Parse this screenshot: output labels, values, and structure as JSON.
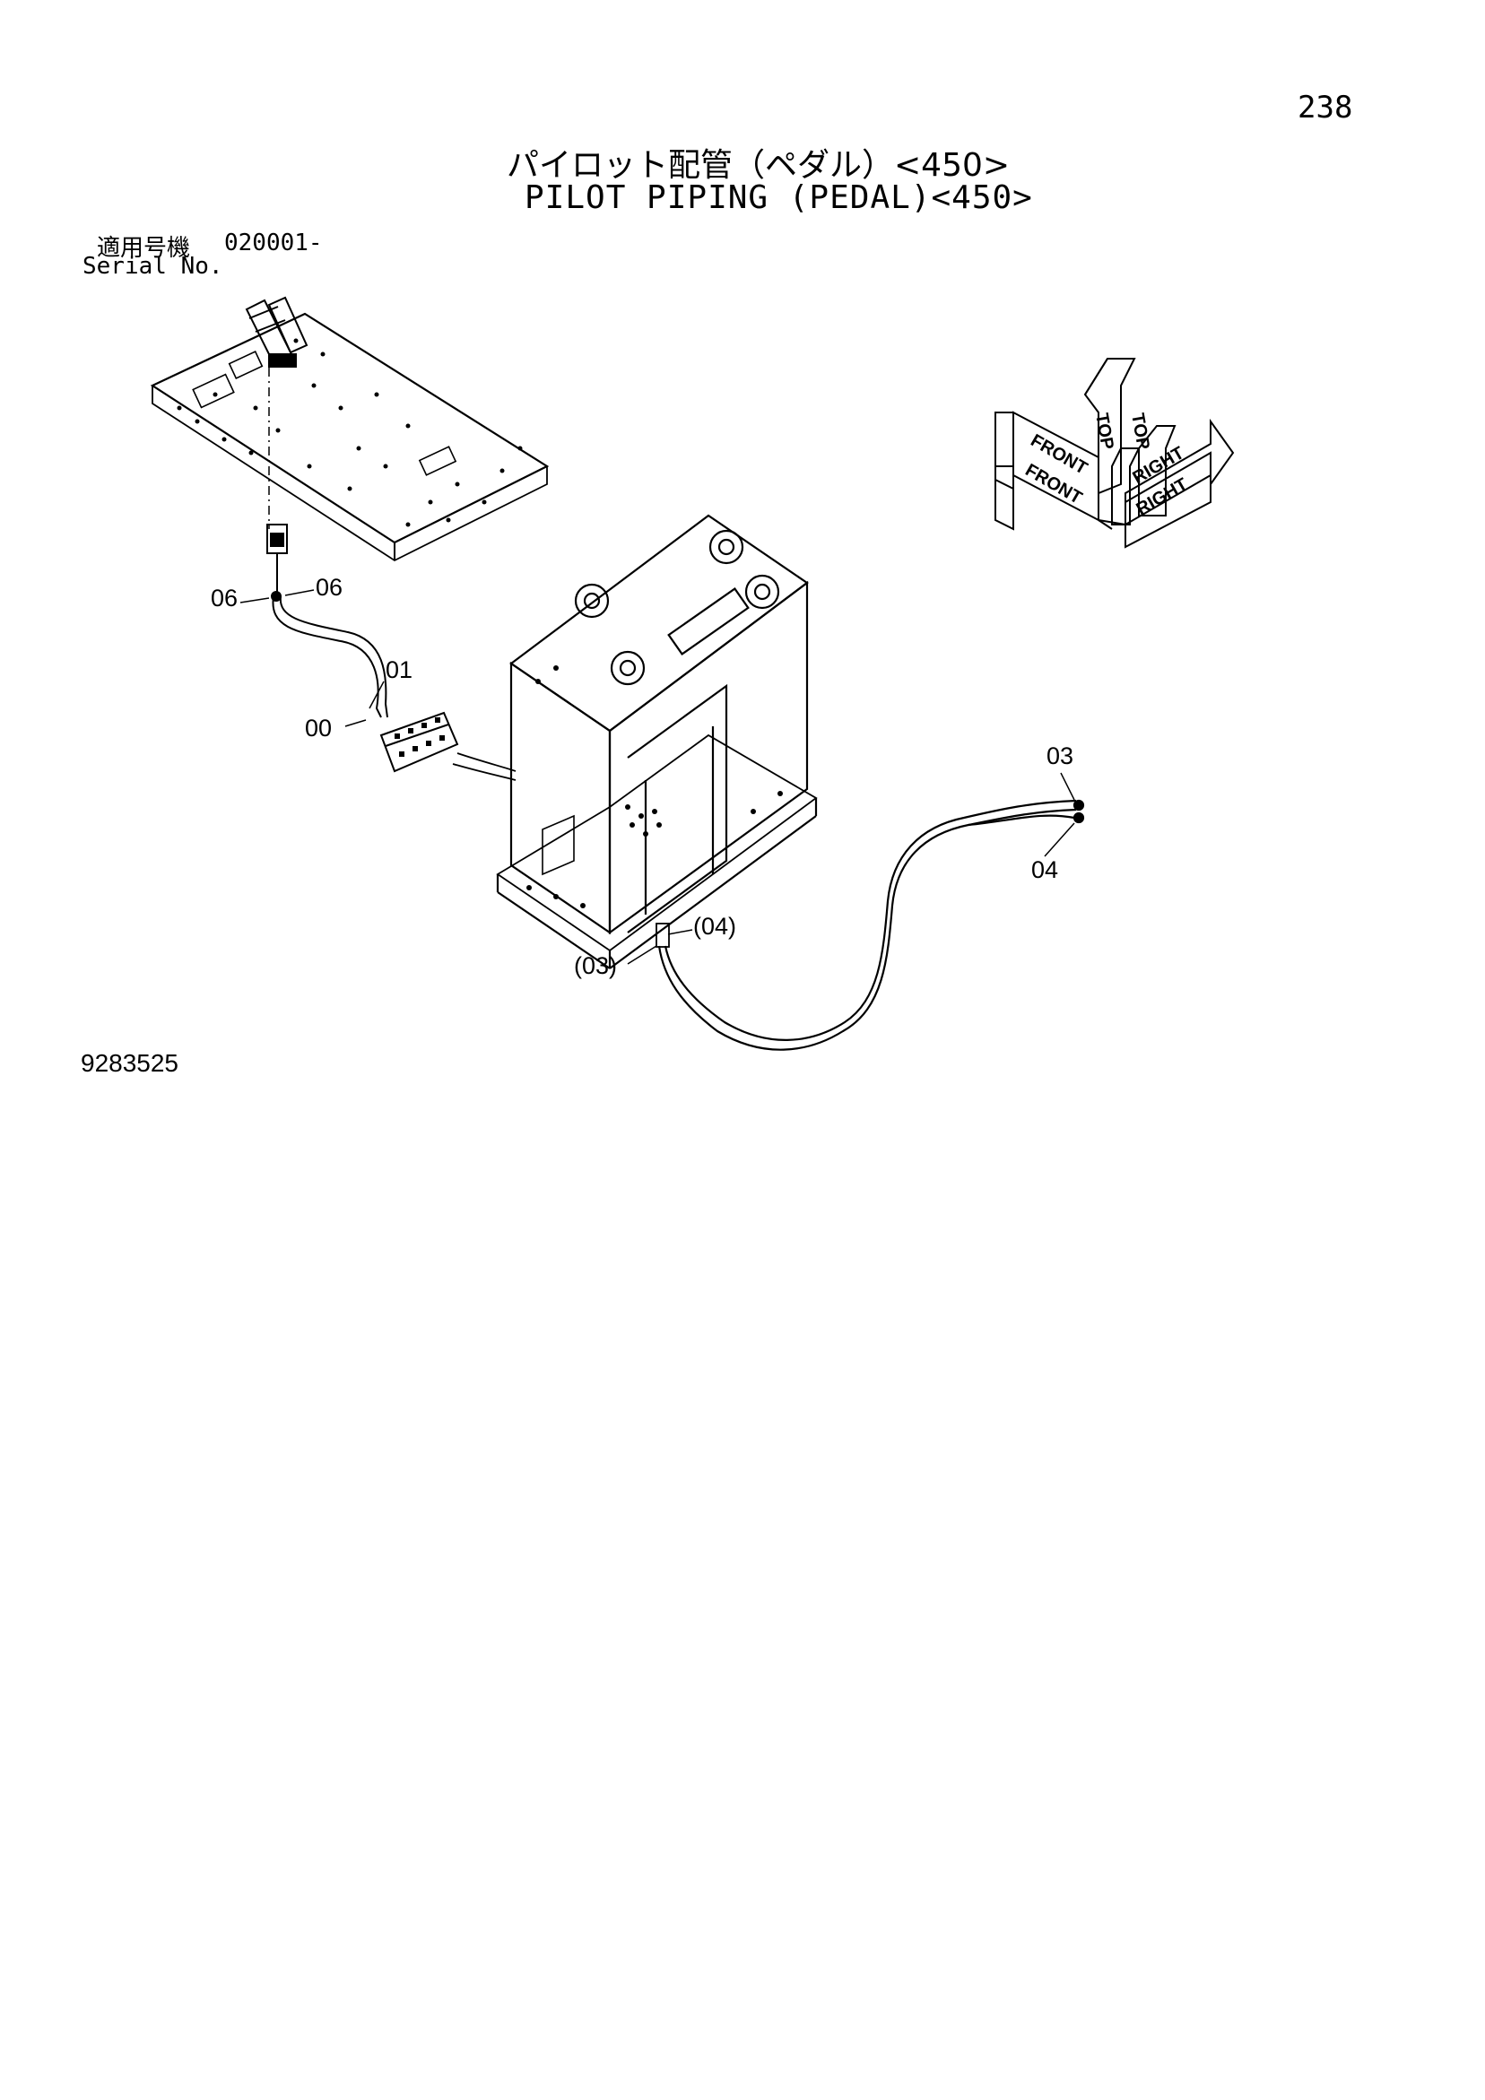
{
  "page": {
    "number": "238"
  },
  "title": {
    "japanese": "パイロット配管（ペダル）<450>",
    "english": "PILOT PIPING (PEDAL)<450>"
  },
  "serial": {
    "label_ja": "適用号機",
    "value": "020001-",
    "label_en": "Serial No."
  },
  "callouts": [
    {
      "id": "06",
      "text": "06"
    },
    {
      "id": "06b",
      "text": "06"
    },
    {
      "id": "01",
      "text": "01"
    },
    {
      "id": "00",
      "text": "00"
    },
    {
      "id": "03",
      "text": "03"
    },
    {
      "id": "04",
      "text": "04"
    },
    {
      "id": "04p",
      "text": "(04)"
    },
    {
      "id": "03p",
      "text": "(03)"
    }
  ],
  "orientation_indicator": {
    "labels": [
      "TOP",
      "TOP",
      "FRONT",
      "FRONT",
      "RIGHT",
      "RIGHT"
    ]
  },
  "drawing_number": "9283525"
}
